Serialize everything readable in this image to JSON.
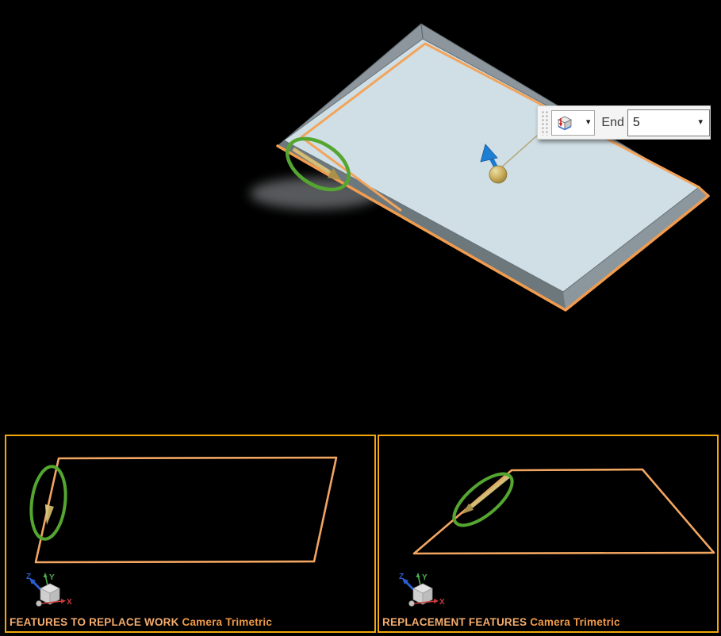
{
  "toolbar": {
    "end_label": "End",
    "distance_value": "5",
    "extent_type_icon": "extrude-distance-cube",
    "caret_glyph": "▾"
  },
  "panels": {
    "left": {
      "title": "FEATURES TO REPLACE WORK",
      "camera": "Camera Trimetric"
    },
    "right": {
      "title": "REPLACEMENT FEATURES",
      "camera": "Camera Trimetric"
    }
  },
  "triad": {
    "x_label": "X",
    "y_label": "Y",
    "z_label": "Z"
  },
  "annotations": {
    "highlight_ellipse": "green-highlight-ellipse",
    "taper_arrow": "gold-taper-arrow",
    "direction_arrow": "blue-direction-arrow",
    "drag_handle": "gold-sphere-handle"
  },
  "colors": {
    "background": "#000000",
    "plate_top": "#cfdfe5",
    "plate_side_dark": "#6d787d",
    "plate_side_mid": "#8b979d",
    "plate_side_back": "#8c969c",
    "edge_highlight_orange": "#f2a45c",
    "panel_border_amber": "#f2a70a",
    "sketch_orange": "#f2a661",
    "annotation_green": "#55a630",
    "handle_blue": "#1a7ad0",
    "handle_gold": "#b89f55",
    "leader_tan": "#b5aa80",
    "caption_orange": "#f5ad6e"
  }
}
